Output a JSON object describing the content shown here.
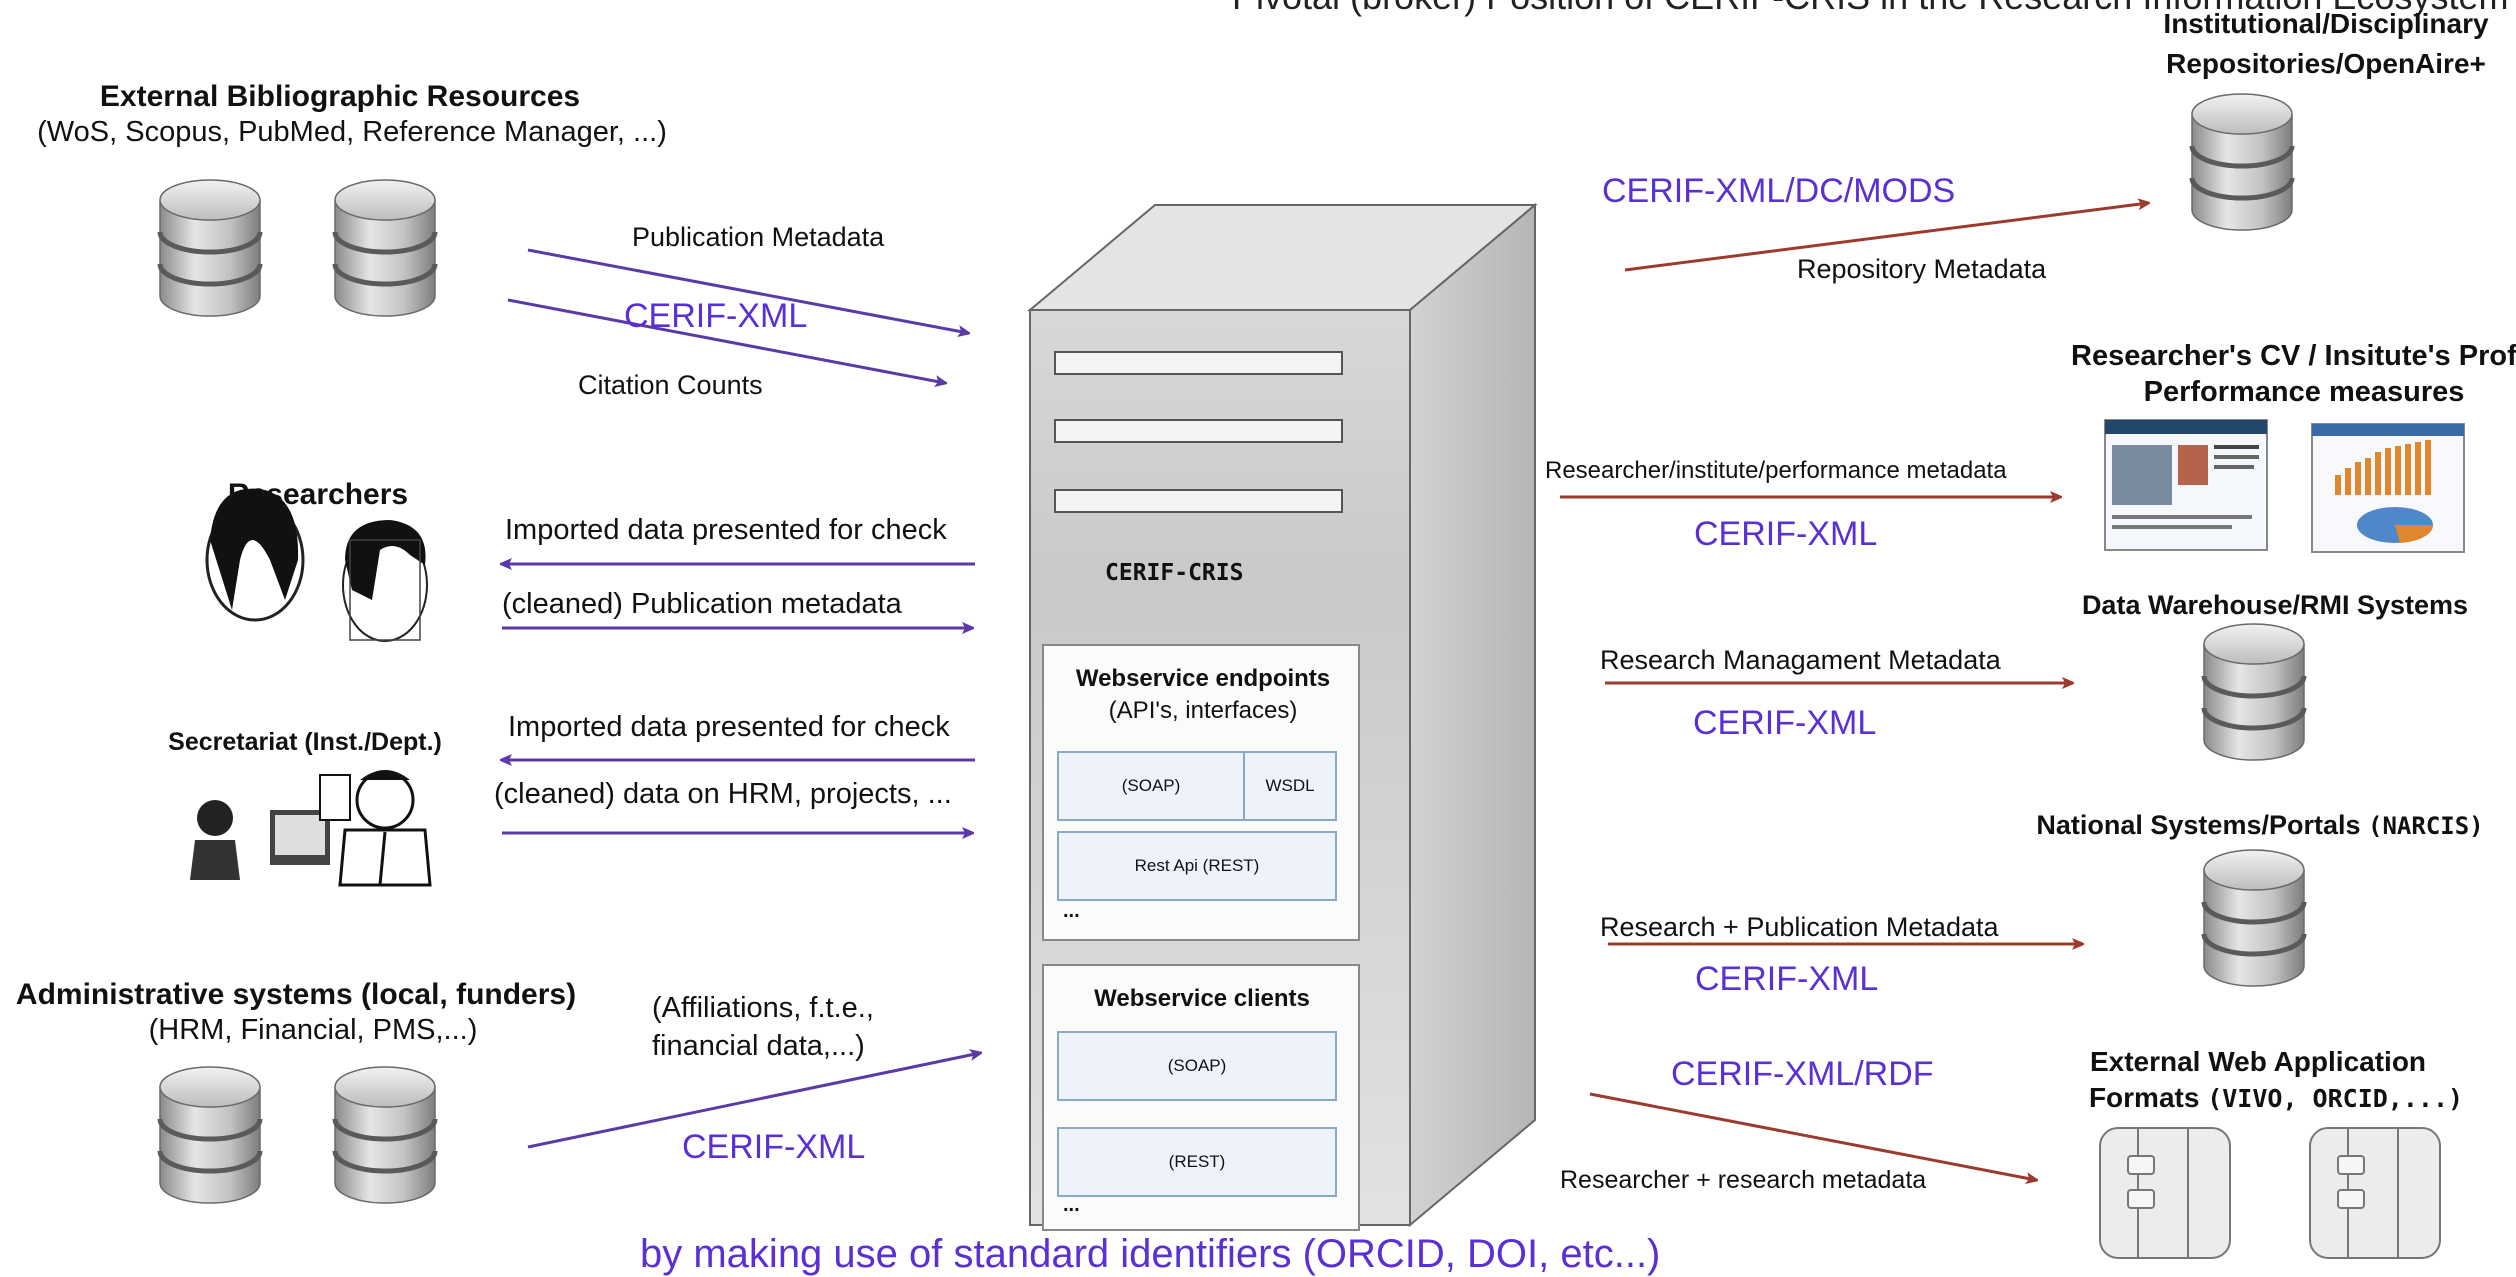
{
  "title": "Pivotal (broker) Position of CERIF-CRIS in the Research Information Ecosystem",
  "footer": "by making use of standard identifiers (ORCID, DOI, etc...)",
  "colors": {
    "accent_blue": "#5a2fd6",
    "arrow_purple": "#5b3aa8",
    "arrow_red": "#9b3b2e",
    "server_gray": "#cfcfcf"
  },
  "left": {
    "bibliographic": {
      "title": "External Bibliographic Resources",
      "subtitle": "(WoS, Scopus, PubMed, Reference Manager, ...)",
      "icon": "database-icon"
    },
    "researchers": {
      "title": "Researchers",
      "icon": "people-icon"
    },
    "secretariat": {
      "title": "Secretariat (Inst./Dept.)",
      "icon": "office-workers-icon"
    },
    "administrative": {
      "title": "Administrative systems (local, funders)",
      "subtitle": "(HRM, Financial, PMS,...)",
      "icon": "database-icon"
    }
  },
  "left_flows": {
    "publication_metadata": "Publication Metadata",
    "cerif_xml_1": "CERIF-XML",
    "citation_counts": "Citation Counts",
    "imported_check_1": "Imported data presented for check",
    "cleaned_publication": "(cleaned) Publication metadata",
    "imported_check_2": "Imported data presented for check",
    "cleaned_hrm": "(cleaned) data on HRM, projects, ...",
    "affiliations_1": "(Affiliations, f.t.e.,",
    "affiliations_2": "financial data,...)",
    "cerif_xml_2": "CERIF-XML"
  },
  "server": {
    "label": "CERIF-CRIS",
    "endpoints": {
      "title": "Webservice endpoints",
      "subtitle": "(API's, interfaces)",
      "soap": "(SOAP)",
      "wsdl": "WSDL",
      "rest": "Rest Api (REST)",
      "more": "..."
    },
    "clients": {
      "title": "Webservice clients",
      "soap": "(SOAP)",
      "rest": "(REST)",
      "more": "..."
    }
  },
  "right": {
    "repositories": {
      "title_1": "Institutional/Disciplinary",
      "title_2": "Repositories/OpenAire+",
      "icon": "database-icon"
    },
    "cv": {
      "title_1": "Researcher's CV / Insitute's Profile",
      "title_2": "Performance measures",
      "icon": "webpage-screenshot-icon"
    },
    "warehouse": {
      "title": "Data Warehouse/RMI Systems",
      "icon": "database-icon"
    },
    "national": {
      "title_bold": "National Systems/Portals",
      "title_light": "(NARCIS)",
      "icon": "database-icon"
    },
    "webapps": {
      "title_1": "External Web Application",
      "title_2": "Formats",
      "title_2b": "(VIVO, ORCID,...)",
      "icon": "component-icon"
    }
  },
  "right_flows": {
    "cerif_dc_mods": "CERIF-XML/DC/MODS",
    "repository_metadata": "Repository Metadata",
    "researcher_perf": "Researcher/institute/performance metadata",
    "cerif_xml_a": "CERIF-XML",
    "research_mgmt": "Research Managament Metadata",
    "cerif_xml_b": "CERIF-XML",
    "research_pub": "Research + Publication Metadata",
    "cerif_xml_c": "CERIF-XML",
    "cerif_rdf": "CERIF-XML/RDF",
    "researcher_research": "Researcher + research metadata"
  }
}
